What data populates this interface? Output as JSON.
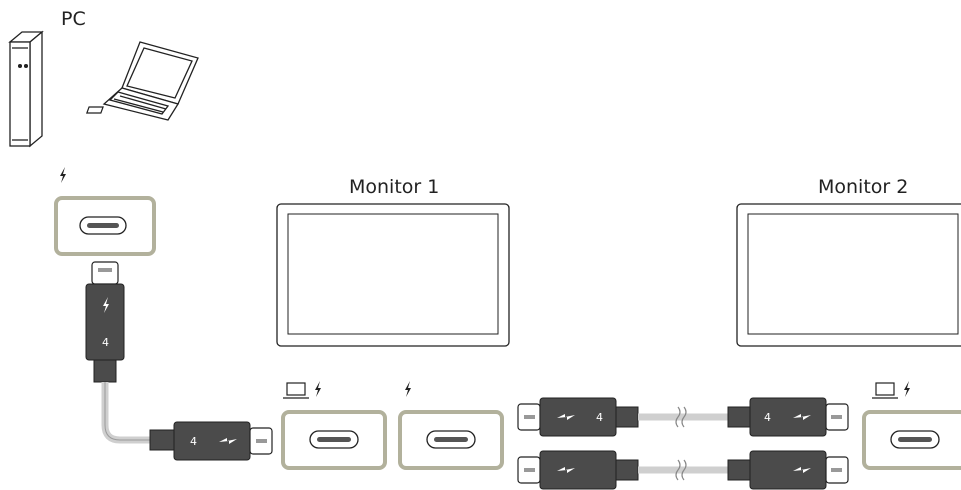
{
  "labels": {
    "pc": "PC",
    "monitor_1": "Monitor 1",
    "monitor_2": "Monitor 2",
    "thunderbolt_version": "4"
  },
  "icons": {
    "desktop": "desktop-tower-icon",
    "laptop": "laptop-icon",
    "thunderbolt": "thunderbolt-icon",
    "usb_c_port": "usb-c-port-icon",
    "cable_break": "cable-break-icon"
  },
  "colors": {
    "port_frame": "#b2b19c",
    "connector_body": "#4b4b4b",
    "plug_metal": "#ffffff",
    "cable": "#cfcfcf"
  }
}
